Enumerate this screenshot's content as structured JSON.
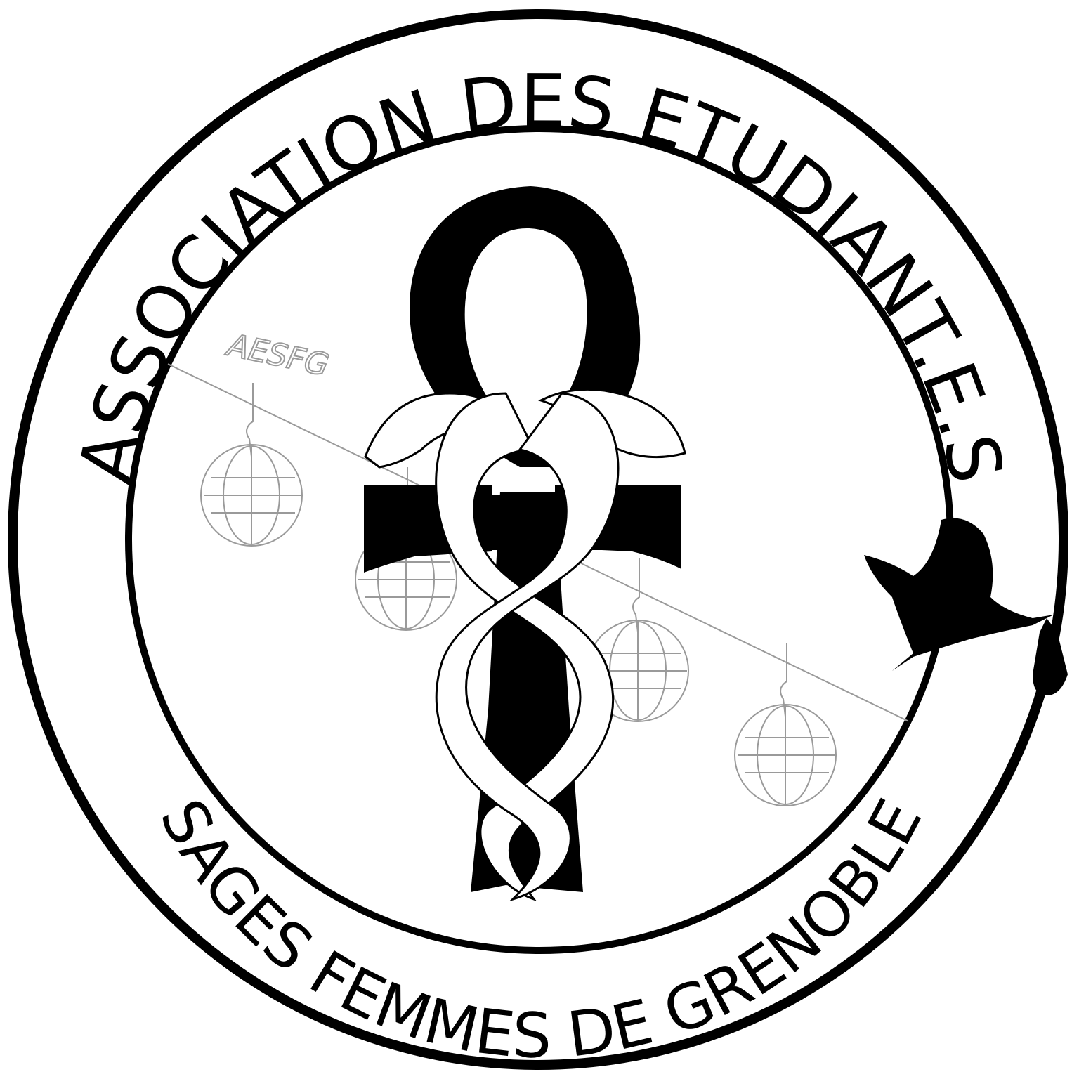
{
  "logo": {
    "top_text": "ASSOCIATION DES ETUDIANT.E.S",
    "bottom_text": "SAGES FEMMES DE GRENOBLE",
    "badge_text": "AESFG",
    "colors": {
      "ink": "#000000",
      "background": "#ffffff",
      "grey": "#9a9a9a"
    },
    "icons": [
      "ankh-icon",
      "caduceus-snakes-icon",
      "stork-icon",
      "cable-car-icon"
    ]
  }
}
